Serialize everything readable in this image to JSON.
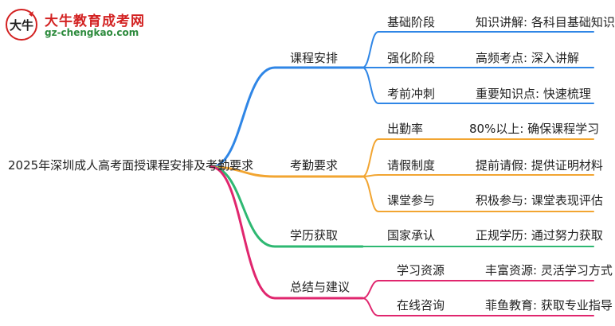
{
  "logo": {
    "title": "大牛教育成考网",
    "url": "gz-chengkao.com",
    "mark_text": "大牛"
  },
  "root": "2025年深圳成人高考面授课程安排及考勤要求",
  "colors": {
    "blue": "#2f86e6",
    "orange": "#f2a531",
    "green": "#2eb872",
    "magenta": "#e0266e",
    "logo_red": "#d32222",
    "logo_green": "#2c8a3c"
  },
  "branches": [
    {
      "label": "课程安排",
      "color": "blue",
      "children": [
        {
          "label": "基础阶段",
          "detail": "知识讲解: 各科目基础知识"
        },
        {
          "label": "强化阶段",
          "detail": "高频考点: 深入讲解"
        },
        {
          "label": "考前冲刺",
          "detail": "重要知识点: 快速梳理"
        }
      ]
    },
    {
      "label": "考勤要求",
      "color": "orange",
      "children": [
        {
          "label": "出勤率",
          "detail": "80%以上: 确保课程学习"
        },
        {
          "label": "请假制度",
          "detail": "提前请假: 提供证明材料"
        },
        {
          "label": "课堂参与",
          "detail": "积极参与: 课堂表现评估"
        }
      ]
    },
    {
      "label": "学历获取",
      "color": "green",
      "children": [
        {
          "label": "国家承认",
          "detail": "正规学历: 通过努力获取"
        }
      ]
    },
    {
      "label": "总结与建议",
      "color": "magenta",
      "children": [
        {
          "label": "学习资源",
          "detail": "丰富资源: 灵活学习方式"
        },
        {
          "label": "在线咨询",
          "detail": "菲鱼教育: 获取专业指导"
        }
      ]
    }
  ]
}
